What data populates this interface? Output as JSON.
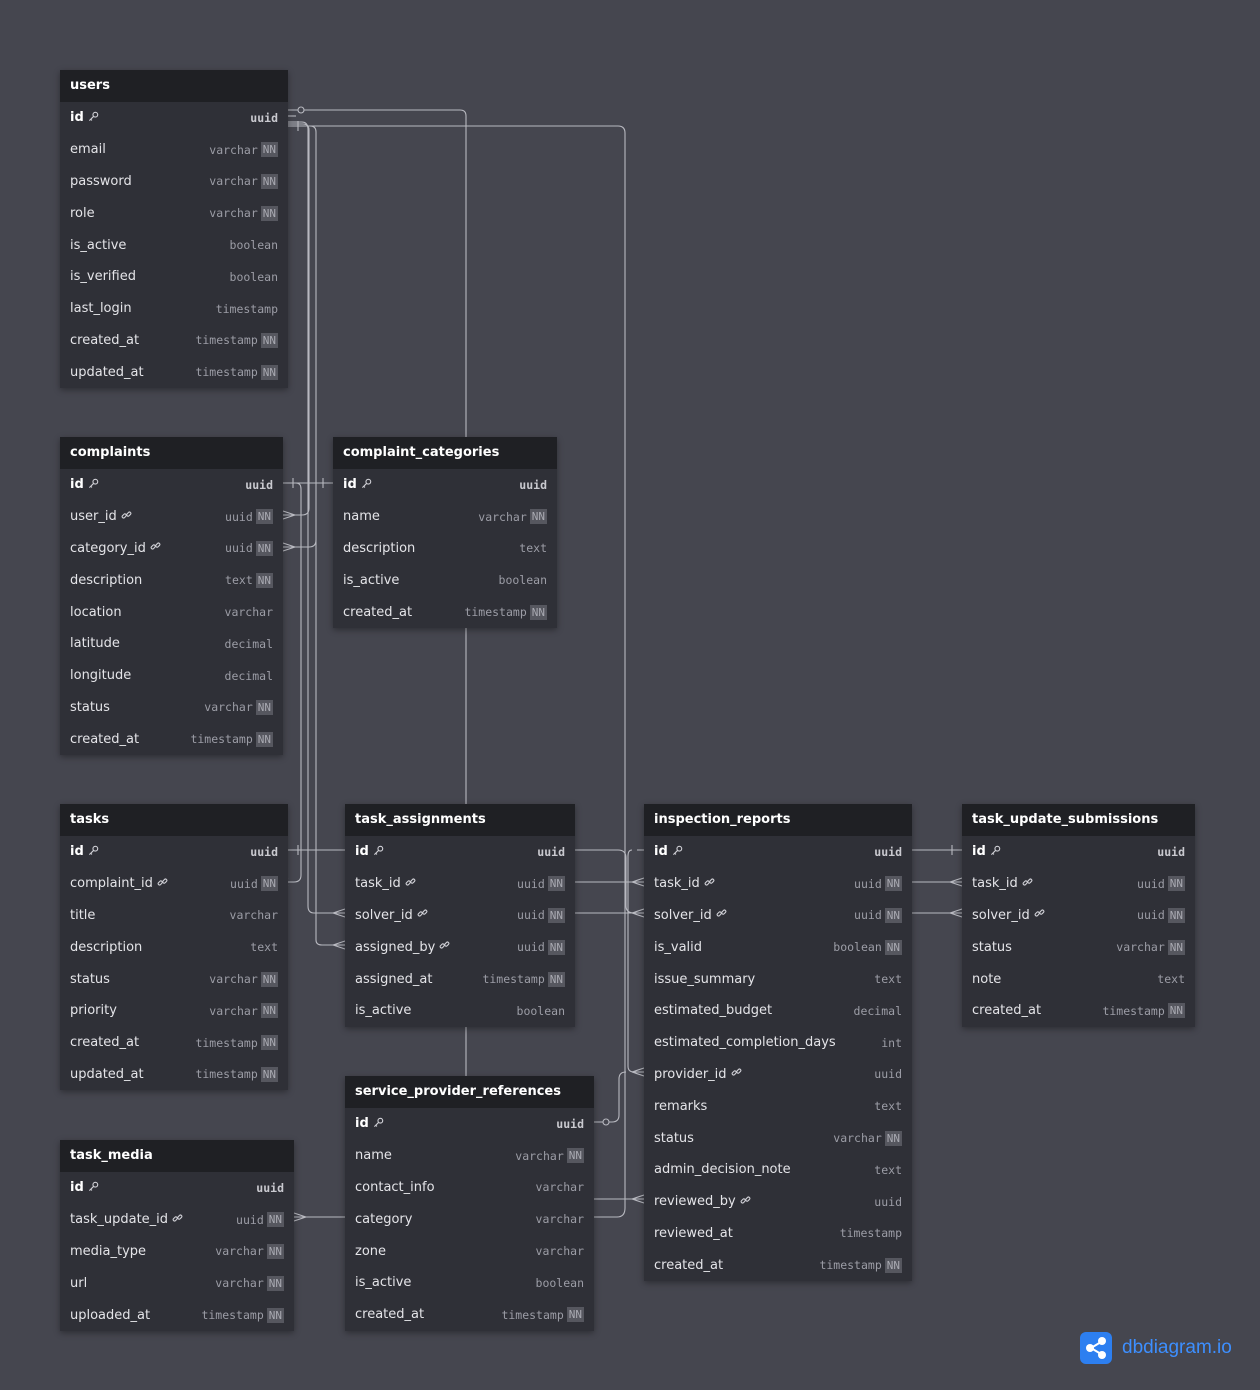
{
  "brand": {
    "name": "dbdiagram.io",
    "accent": "#2d7ff0"
  },
  "colors": {
    "canvas": "#45464f",
    "table_body": "#2f3037",
    "table_header": "#1f2024",
    "edge": "#b8b9c0"
  },
  "tables": [
    {
      "id": "users",
      "name": "users",
      "fields": [
        {
          "name": "id",
          "type": "uuid",
          "pk": true
        },
        {
          "name": "email",
          "type": "varchar",
          "nn": true
        },
        {
          "name": "password",
          "type": "varchar",
          "nn": true
        },
        {
          "name": "role",
          "type": "varchar",
          "nn": true
        },
        {
          "name": "is_active",
          "type": "boolean"
        },
        {
          "name": "is_verified",
          "type": "boolean"
        },
        {
          "name": "last_login",
          "type": "timestamp"
        },
        {
          "name": "created_at",
          "type": "timestamp",
          "nn": true
        },
        {
          "name": "updated_at",
          "type": "timestamp",
          "nn": true
        }
      ]
    },
    {
      "id": "complaints",
      "name": "complaints",
      "fields": [
        {
          "name": "id",
          "type": "uuid",
          "pk": true
        },
        {
          "name": "user_id",
          "type": "uuid",
          "nn": true,
          "fk": true
        },
        {
          "name": "category_id",
          "type": "uuid",
          "nn": true,
          "fk": true
        },
        {
          "name": "description",
          "type": "text",
          "nn": true
        },
        {
          "name": "location",
          "type": "varchar"
        },
        {
          "name": "latitude",
          "type": "decimal"
        },
        {
          "name": "longitude",
          "type": "decimal"
        },
        {
          "name": "status",
          "type": "varchar",
          "nn": true
        },
        {
          "name": "created_at",
          "type": "timestamp",
          "nn": true
        }
      ]
    },
    {
      "id": "complaint_categories",
      "name": "complaint_categories",
      "fields": [
        {
          "name": "id",
          "type": "uuid",
          "pk": true
        },
        {
          "name": "name",
          "type": "varchar",
          "nn": true
        },
        {
          "name": "description",
          "type": "text"
        },
        {
          "name": "is_active",
          "type": "boolean"
        },
        {
          "name": "created_at",
          "type": "timestamp",
          "nn": true
        }
      ]
    },
    {
      "id": "tasks",
      "name": "tasks",
      "fields": [
        {
          "name": "id",
          "type": "uuid",
          "pk": true
        },
        {
          "name": "complaint_id",
          "type": "uuid",
          "nn": true,
          "fk": true
        },
        {
          "name": "title",
          "type": "varchar"
        },
        {
          "name": "description",
          "type": "text"
        },
        {
          "name": "status",
          "type": "varchar",
          "nn": true
        },
        {
          "name": "priority",
          "type": "varchar",
          "nn": true
        },
        {
          "name": "created_at",
          "type": "timestamp",
          "nn": true
        },
        {
          "name": "updated_at",
          "type": "timestamp",
          "nn": true
        }
      ]
    },
    {
      "id": "task_assignments",
      "name": "task_assignments",
      "fields": [
        {
          "name": "id",
          "type": "uuid",
          "pk": true
        },
        {
          "name": "task_id",
          "type": "uuid",
          "nn": true,
          "fk": true
        },
        {
          "name": "solver_id",
          "type": "uuid",
          "nn": true,
          "fk": true
        },
        {
          "name": "assigned_by",
          "type": "uuid",
          "nn": true,
          "fk": true
        },
        {
          "name": "assigned_at",
          "type": "timestamp",
          "nn": true
        },
        {
          "name": "is_active",
          "type": "boolean"
        }
      ]
    },
    {
      "id": "inspection_reports",
      "name": "inspection_reports",
      "fields": [
        {
          "name": "id",
          "type": "uuid",
          "pk": true
        },
        {
          "name": "task_id",
          "type": "uuid",
          "nn": true,
          "fk": true
        },
        {
          "name": "solver_id",
          "type": "uuid",
          "nn": true,
          "fk": true
        },
        {
          "name": "is_valid",
          "type": "boolean",
          "nn": true
        },
        {
          "name": "issue_summary",
          "type": "text"
        },
        {
          "name": "estimated_budget",
          "type": "decimal"
        },
        {
          "name": "estimated_completion_days",
          "type": "int"
        },
        {
          "name": "provider_id",
          "type": "uuid",
          "fk": true
        },
        {
          "name": "remarks",
          "type": "text"
        },
        {
          "name": "status",
          "type": "varchar",
          "nn": true
        },
        {
          "name": "admin_decision_note",
          "type": "text"
        },
        {
          "name": "reviewed_by",
          "type": "uuid",
          "fk": true
        },
        {
          "name": "reviewed_at",
          "type": "timestamp"
        },
        {
          "name": "created_at",
          "type": "timestamp",
          "nn": true
        }
      ]
    },
    {
      "id": "task_update_submissions",
      "name": "task_update_submissions",
      "fields": [
        {
          "name": "id",
          "type": "uuid",
          "pk": true
        },
        {
          "name": "task_id",
          "type": "uuid",
          "nn": true,
          "fk": true
        },
        {
          "name": "solver_id",
          "type": "uuid",
          "nn": true,
          "fk": true
        },
        {
          "name": "status",
          "type": "varchar",
          "nn": true
        },
        {
          "name": "note",
          "type": "text"
        },
        {
          "name": "created_at",
          "type": "timestamp",
          "nn": true
        }
      ]
    },
    {
      "id": "service_provider_references",
      "name": "service_provider_references",
      "fields": [
        {
          "name": "id",
          "type": "uuid",
          "pk": true
        },
        {
          "name": "name",
          "type": "varchar",
          "nn": true
        },
        {
          "name": "contact_info",
          "type": "varchar"
        },
        {
          "name": "category",
          "type": "varchar"
        },
        {
          "name": "zone",
          "type": "varchar"
        },
        {
          "name": "is_active",
          "type": "boolean"
        },
        {
          "name": "created_at",
          "type": "timestamp",
          "nn": true
        }
      ]
    },
    {
      "id": "task_media",
      "name": "task_media",
      "fields": [
        {
          "name": "id",
          "type": "uuid",
          "pk": true
        },
        {
          "name": "task_update_id",
          "type": "uuid",
          "nn": true,
          "fk": true
        },
        {
          "name": "media_type",
          "type": "varchar",
          "nn": true
        },
        {
          "name": "url",
          "type": "varchar",
          "nn": true
        },
        {
          "name": "uploaded_at",
          "type": "timestamp",
          "nn": true
        }
      ]
    }
  ],
  "nn_label": "NN",
  "icons": {
    "primary_key": "key-icon",
    "foreign_key": "link-icon",
    "brand": "share-nodes-icon"
  }
}
